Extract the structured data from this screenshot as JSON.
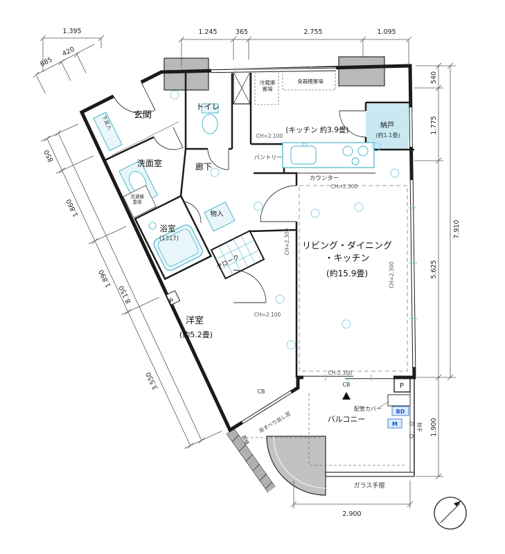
{
  "plan": {
    "rooms": {
      "genkan": "玄関",
      "toilet": "トイレ",
      "washroom": "洗面室",
      "hallway": "廊下",
      "bathroom": "浴室",
      "bathroom_size": "(1317)",
      "monoire": "物入",
      "cloak": "クローク",
      "western": "洋室",
      "western_size": "(約5.2畳)",
      "ldk_line1": "リビング・ダイニング",
      "ldk_line2": "・キッチン",
      "ldk_size": "(約15.9畳)",
      "kitchen": "(キッチン 約3.9畳)",
      "nando": "納戸",
      "nando_size": "(約1.1畳)",
      "pantry": "パントリー",
      "balcony": "バルコニー"
    },
    "fixtures": {
      "refrigerator_l1": "冷蔵庫",
      "refrigerator_l2": "置場",
      "cupboard": "食器棚置場",
      "washer_l1": "洗濯機",
      "washer_l2": "置場",
      "shoe_box": "下足入",
      "counter": "カウンター",
      "pipe_cover": "配管カバー",
      "glass_rail": "ガラス手摺",
      "casement_window": "吊すべり出し窓",
      "drying": "物干",
      "rain_gutter": "雨樋",
      "bd": "BD",
      "m": "M",
      "p_right": "P",
      "p_left": "P",
      "cb_right": "CB",
      "cb_left": "CB"
    },
    "ceiling": {
      "pantry": "CH=2.100",
      "living_top": "CH=2.300",
      "living_left": "CH=2.300",
      "living_right": "CH=2.300",
      "living_bottom": "CH-2.300",
      "western": "CH=2.100"
    },
    "dims": {
      "top_left": "1.395",
      "diag_a": "685",
      "diag_b": "420",
      "top_1": "1.245",
      "top_2": "365",
      "top_3": "2.755",
      "top_4": "1.095",
      "right_1": "540",
      "right_2": "1.775",
      "right_total": "7.910",
      "right_3": "5.625",
      "right_4": "1.900",
      "left_1": "850",
      "left_2": "1.860",
      "left_3": "1.890",
      "left_total": "8.150",
      "left_4": "3.550",
      "bottom_1": "2.900"
    },
    "colors": {
      "wall": "#1b1b1b",
      "fixture_stroke": "#4ab5cc",
      "fixture_fill": "#e8f6fa",
      "nando_fill": "#c9e8f2",
      "concrete": "#b9b9b9"
    }
  }
}
